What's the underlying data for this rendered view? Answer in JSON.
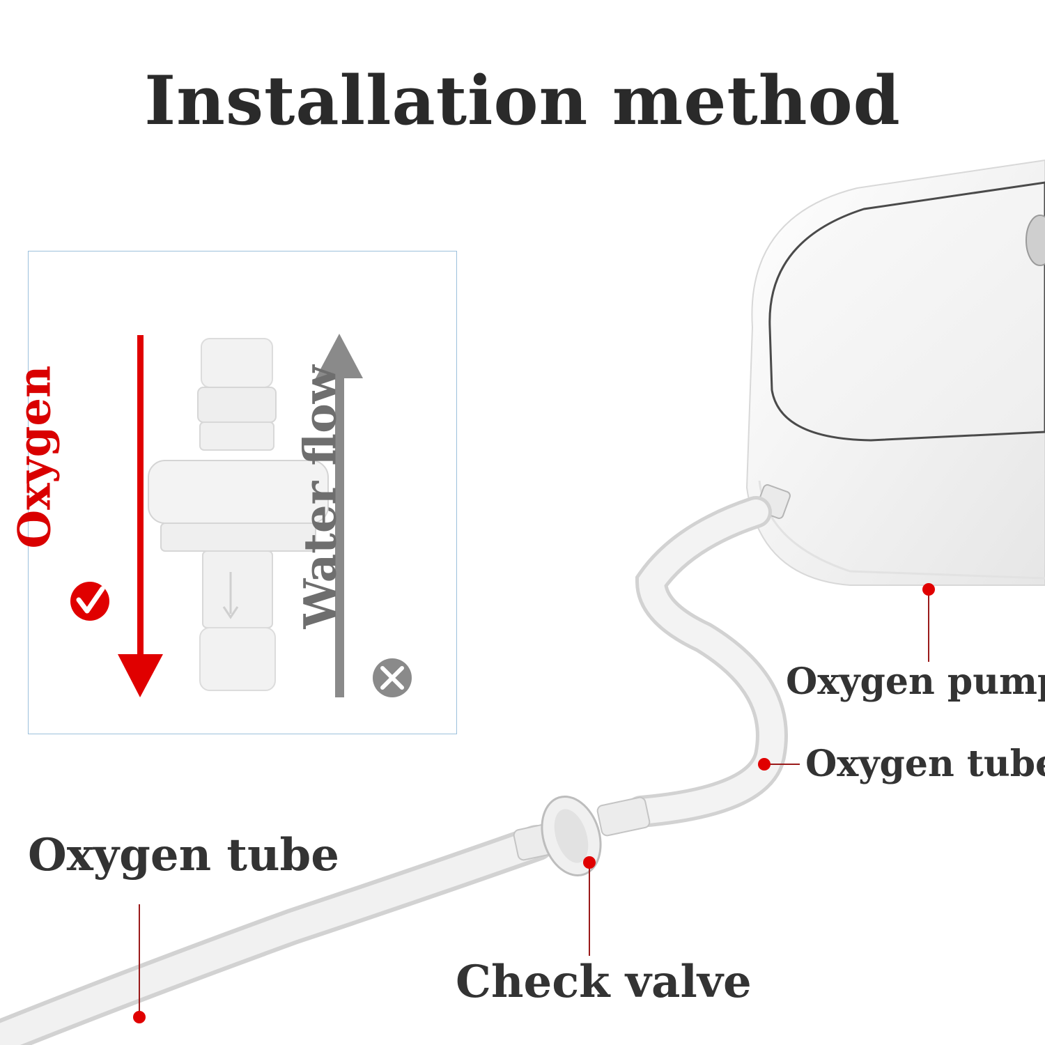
{
  "title": "Installation method",
  "inset": {
    "oxygen_label": "Oxygen",
    "water_label": "Water flow",
    "ok_icon": "check-circle-icon",
    "no_icon": "x-circle-icon"
  },
  "callouts": {
    "pump": "Oxygen pump",
    "tube_right": "Oxygen tube",
    "tube_left": "Oxygen tube",
    "valve": "Check valve"
  },
  "colors": {
    "accent_red": "#d90000",
    "arrow_gray": "#8a8a8a",
    "text_dark": "#2a2a2a"
  }
}
